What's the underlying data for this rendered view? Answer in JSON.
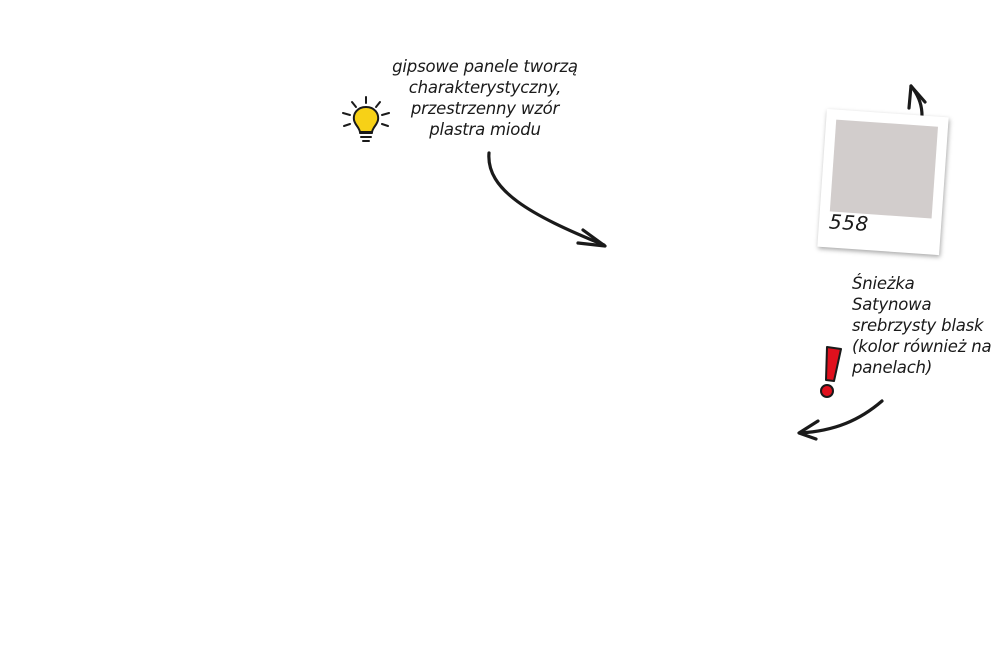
{
  "tip": {
    "lines": [
      "gipsowe panele tworzą",
      "charakterystyczny,",
      "przestrzenny wzór",
      "plastra miodu"
    ],
    "icon": "lightbulb-icon",
    "icon_color": "#f7d117"
  },
  "paint": {
    "swatch_code": "558",
    "swatch_color": "#d2cdcc",
    "lines": [
      "Śnieżka",
      "Satynowa",
      "srebrzysty blask",
      "(kolor również na",
      "panelach)"
    ],
    "icon": "exclamation-icon",
    "icon_color": "#e0101d"
  }
}
